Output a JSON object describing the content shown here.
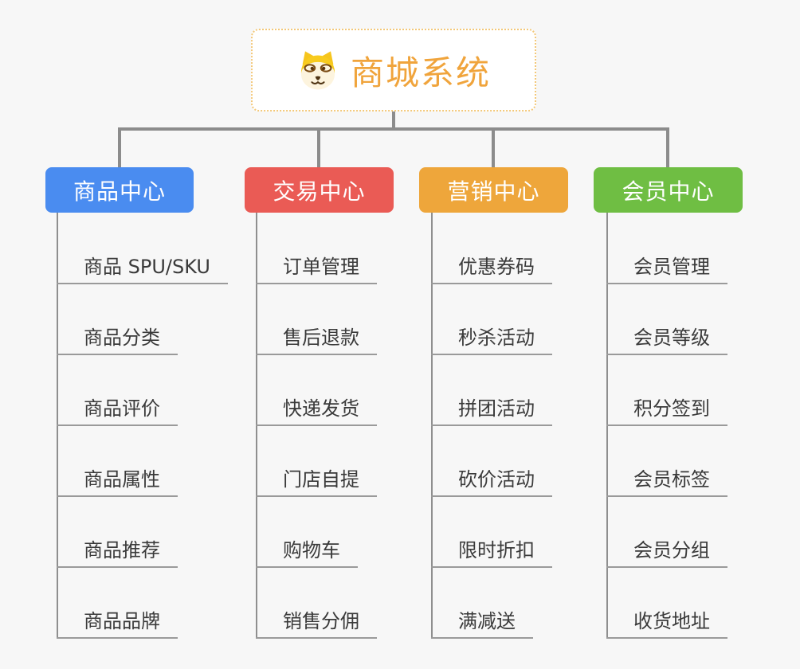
{
  "root": {
    "title": "商城系统",
    "icon": "dog-face-icon",
    "text_color": "#F0A43C",
    "border_color": "#F3C879"
  },
  "branches": [
    {
      "label": "商品中心",
      "color": "#4A8CF0",
      "items": [
        "商品 SPU/SKU",
        "商品分类",
        "商品评价",
        "商品属性",
        "商品推荐",
        "商品品牌"
      ]
    },
    {
      "label": "交易中心",
      "color": "#EA5B55",
      "items": [
        "订单管理",
        "售后退款",
        "快递发货",
        "门店自提",
        "购物车",
        "销售分佣"
      ]
    },
    {
      "label": "营销中心",
      "color": "#EEA63B",
      "items": [
        "优惠券码",
        "秒杀活动",
        "拼团活动",
        "砍价活动",
        "限时折扣",
        "满减送"
      ]
    },
    {
      "label": "会员中心",
      "color": "#6FBE43",
      "items": [
        "会员管理",
        "会员等级",
        "积分签到",
        "会员标签",
        "会员分组",
        "收货地址"
      ]
    }
  ],
  "colors": {
    "background": "#F7F7F7",
    "connector": "#8C8C8C",
    "underline": "#9A9A9A",
    "leaf_text": "#3A3A3A"
  }
}
